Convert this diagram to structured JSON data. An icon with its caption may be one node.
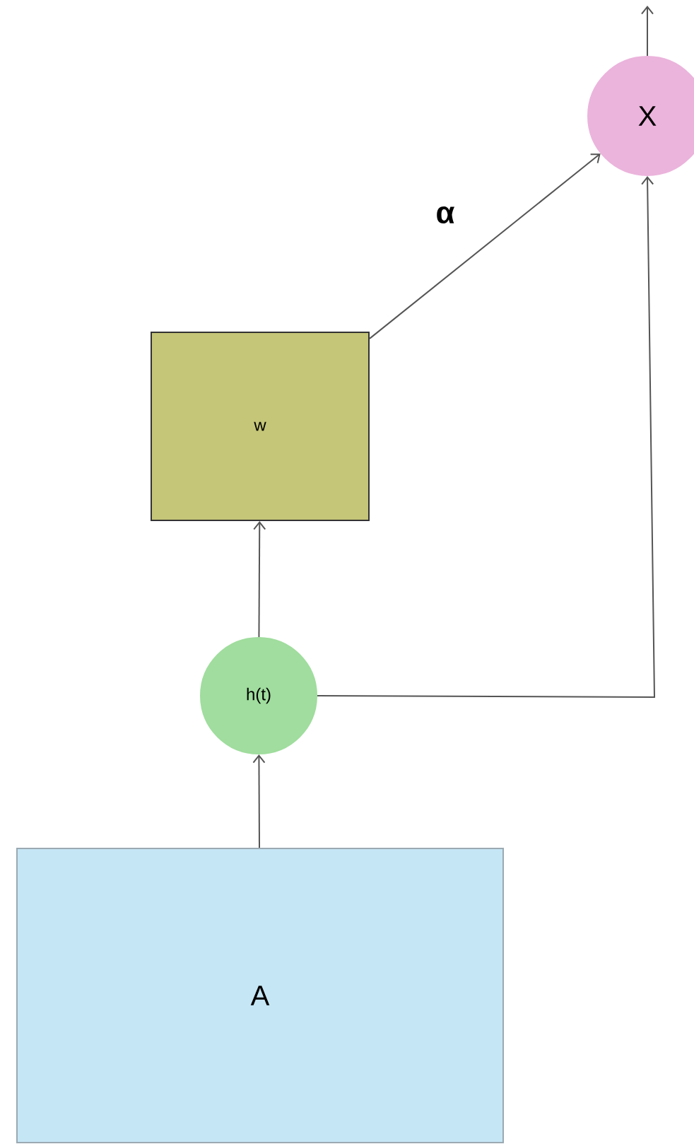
{
  "diagram": {
    "nodes": [
      {
        "text": [
          "X"
        ]
      },
      {
        "text": [
          "w"
        ]
      },
      {
        "text": [
          "h(t)"
        ]
      },
      {
        "text": [
          "A"
        ]
      }
    ],
    "edges": [
      {
        "from": 0,
        "to": null,
        "arrow": "to"
      },
      {
        "from": 1,
        "to": 0,
        "arrow": "to",
        "label": "α"
      },
      {
        "from": 2,
        "to": 1,
        "arrow": "to"
      },
      {
        "from": 2,
        "to": 0,
        "arrow": "to"
      },
      {
        "from": 3,
        "to": 2,
        "arrow": "to"
      }
    ]
  }
}
